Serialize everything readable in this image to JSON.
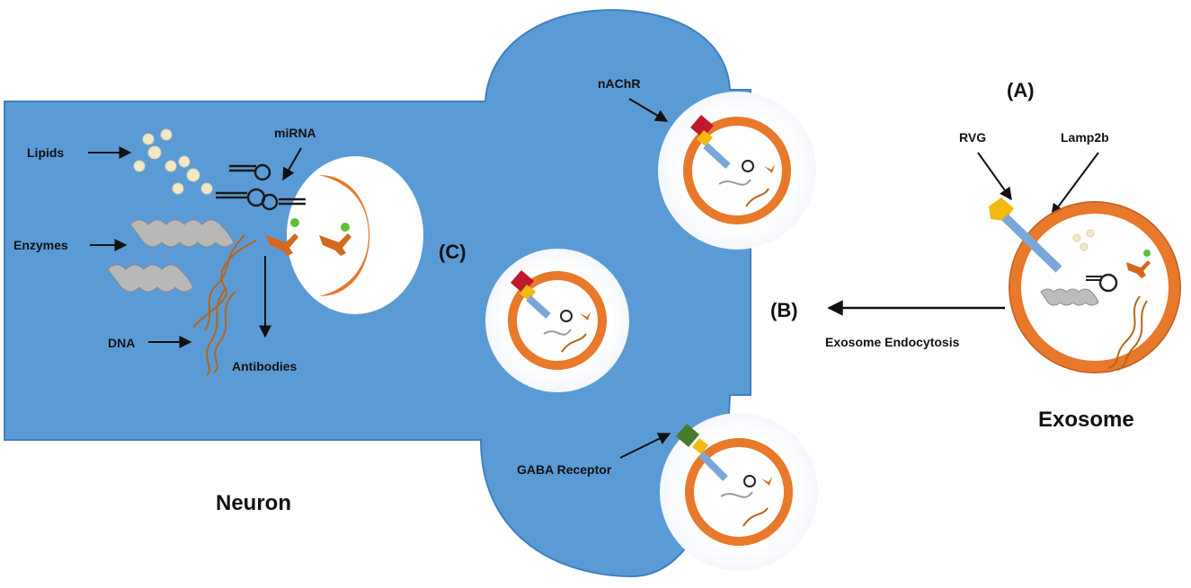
{
  "labels": {
    "lipids": "Lipids",
    "enzymes": "Enzymes",
    "dna": "DNA",
    "mirna": "miRNA",
    "antibodies": "Antibodies",
    "neuron": "Neuron",
    "panel_c": "(C)",
    "panel_b": "(B)",
    "panel_a": "(A)",
    "nachr": "nAChR",
    "gaba": "GABA Receptor",
    "rvg": "RVG",
    "lamp2b": "Lamp2b",
    "endocytosis": "Exosome Endocytosis",
    "exosome": "Exosome"
  },
  "colors": {
    "cell_body": "#5b9bd5",
    "cell_outline": "#3f7fbf",
    "exosome_ring": "#e8782a",
    "vesicle_halo": "#ffffff",
    "rvg_tag": "#f2b90f",
    "nachr_receptor": "#c0182d",
    "gaba_receptor": "#4a7a2a",
    "cargo_antibody": "#d2691e",
    "dna_strand": "#b5651d"
  },
  "icons": [
    "lipid-icon",
    "enzyme-icon",
    "mirna-icon",
    "antibody-icon",
    "dna-icon",
    "receptor-icon"
  ]
}
